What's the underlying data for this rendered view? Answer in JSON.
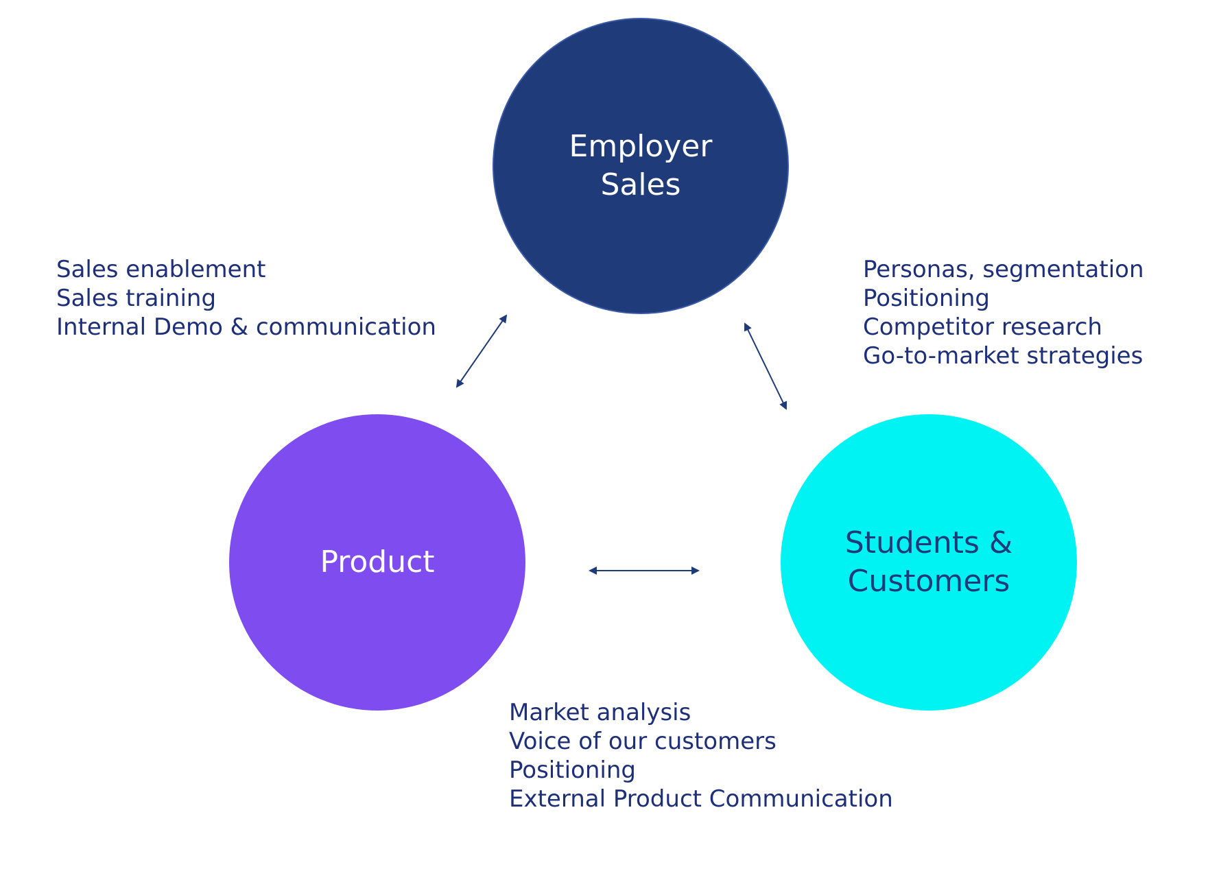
{
  "colors": {
    "background": "#ffffff",
    "text": "#1e2f7a",
    "arrow": "#1e3a78",
    "employer_sales_fill": "#1f3b7a",
    "employer_sales_text": "#ffffff",
    "product_fill": "#7f4cf0",
    "product_text": "#ffffff",
    "students_fill": "#00f3f3",
    "students_text": "#1e3a78"
  },
  "nodes": {
    "employer_sales": {
      "label": "Employer\nSales"
    },
    "product": {
      "label": "Product"
    },
    "students_customers": {
      "label": "Students &\nCustomers"
    }
  },
  "relationships": {
    "sales_product": {
      "items": [
        "Sales enablement",
        "Sales training",
        "Internal Demo & communication"
      ]
    },
    "sales_students": {
      "items": [
        "Personas, segmentation",
        "Positioning",
        "Competitor research",
        "Go-to-market strategies"
      ]
    },
    "product_students": {
      "items": [
        "Market analysis",
        "Voice of our customers",
        "Positioning",
        "External Product Communication"
      ]
    }
  }
}
